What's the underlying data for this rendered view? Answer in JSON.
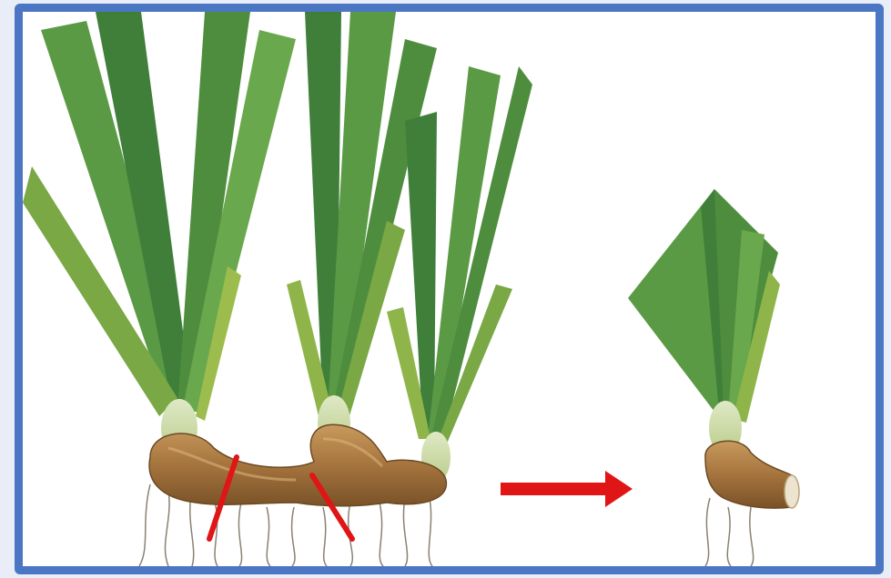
{
  "figure": {
    "description_visible_text": "",
    "panels": [
      {
        "id": "before",
        "state": "whole rhizome clump with three shoots"
      },
      {
        "id": "after",
        "state": "single divided division with one shoot"
      }
    ],
    "cut_marks": 2,
    "colors": {
      "border": "#4a76c4",
      "leaf_dark": "#3f7f3a",
      "leaf_mid": "#5b9a45",
      "leaf_light": "#8fb54a",
      "rhizome": "#a5743e",
      "rhizome_light": "#c89a5c",
      "cut_mark": "#e01515",
      "arrow": "#e01515"
    },
    "icons": [
      "red-arrow-icon",
      "cut-line-icon"
    ]
  }
}
